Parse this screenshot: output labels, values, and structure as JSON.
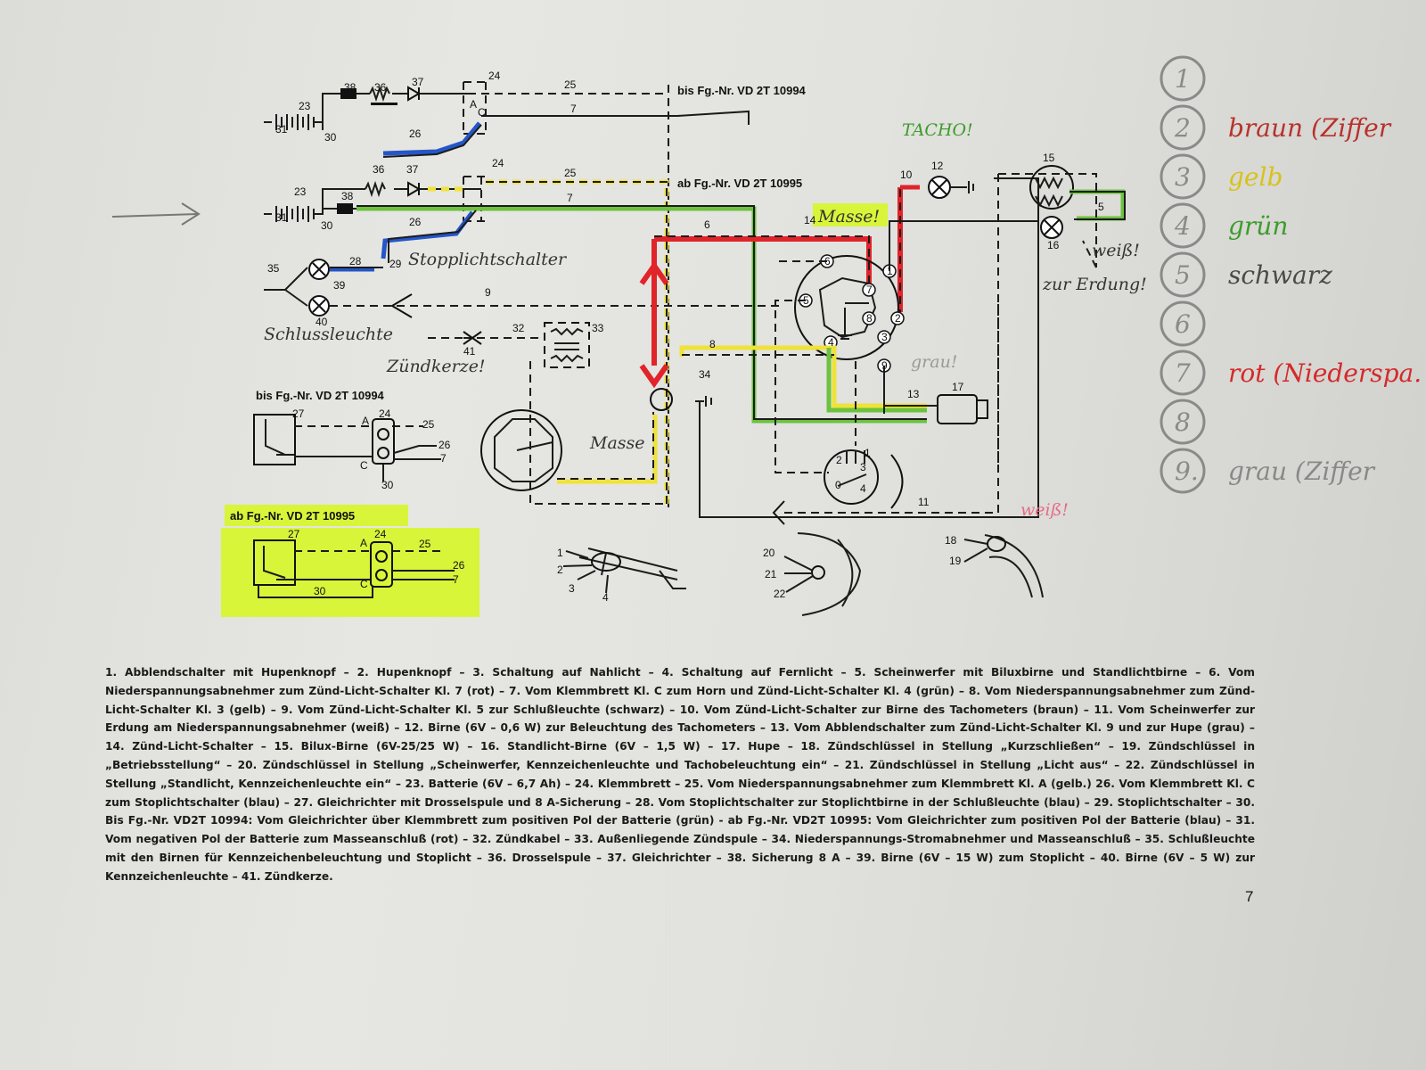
{
  "diagram": {
    "variant_old": "bis Fg.-Nr. VD 2T 10994",
    "variant_new": "ab Fg.-Nr. VD 2T 10995",
    "numbers": {
      "n1": "1",
      "n2": "2",
      "n3": "3",
      "n4": "4",
      "n5": "5",
      "n6": "6",
      "n7": "7",
      "n8": "8",
      "n9": "9",
      "n10": "10",
      "n11": "11",
      "n12": "12",
      "n13": "13",
      "n14": "14",
      "n15": "15",
      "n16": "16",
      "n17": "17",
      "n18": "18",
      "n19": "19",
      "n20": "20",
      "n21": "21",
      "n22": "22",
      "n23": "23",
      "n24": "24",
      "n25": "25",
      "n26": "26",
      "n27": "27",
      "n28": "28",
      "n29": "29",
      "n30": "30",
      "n31": "31",
      "n32": "32",
      "n33": "33",
      "n34": "34",
      "n35": "35",
      "n36": "36",
      "n37": "37",
      "n38": "38",
      "n39": "39",
      "n40": "40",
      "n41": "41",
      "n0": "0",
      "a": "A",
      "c": "C"
    },
    "handwritten": {
      "tacho": "TACHO!",
      "masse1": "Masse!",
      "stoplicht": "Stopplichtschalter",
      "schluss": "Schlussleuchte",
      "zuendkerze": "Zündkerze!",
      "masse2": "Masse",
      "weiss": "weiß!",
      "zur_erdung": "zur Erdung!",
      "grau": "grau!",
      "weiss_red": "weiß!"
    }
  },
  "color_legend": [
    {
      "number": "1",
      "text": "",
      "color": "#555555"
    },
    {
      "number": "2",
      "text": "braun (Ziffer",
      "color": "#b8322c"
    },
    {
      "number": "3",
      "text": "gelb",
      "color": "#d8c21a"
    },
    {
      "number": "4",
      "text": "grün",
      "color": "#3c9c2c"
    },
    {
      "number": "5",
      "text": "schwarz",
      "color": "#4a4a4a"
    },
    {
      "number": "6",
      "text": "",
      "color": "#555555"
    },
    {
      "number": "7",
      "text": "rot (Niederspa. zum",
      "color": "#d42a2a"
    },
    {
      "number": "8",
      "text": "",
      "color": "#555555"
    },
    {
      "number": "9.",
      "text": "grau (Ziffer",
      "color": "#888888"
    }
  ],
  "legend_text": "1. Abblendschalter mit Hupenknopf – 2. Hupenknopf – 3. Schaltung auf Nahlicht – 4. Schaltung auf Fernlicht – 5. Scheinwerfer mit Biluxbirne und Standlichtbirne – 6. Vom Niederspannungsabnehmer zum Zünd-Licht-Schalter Kl. 7 (rot) – 7. Vom Klemmbrett Kl. C zum Horn und Zünd-Licht-Schalter Kl. 4 (grün) – 8. Vom Niederspannungsabnehmer zum Zünd-Licht-Schalter Kl. 3 (gelb) – 9. Vom Zünd-Licht-Schalter Kl. 5 zur Schlußleuchte (schwarz) – 10. Vom Zünd-Licht-Schalter zur Birne des Tachometers (braun) – 11. Vom Scheinwerfer zur Erdung am Niederspannungsabnehmer (weiß) – 12. Birne (6V – 0,6 W) zur Beleuchtung des Tachometers – 13. Vom Abblendschalter zum Zünd-Licht-Schalter Kl. 9 und zur Hupe (grau) – 14. Zünd-Licht-Schalter – 15. Bilux-Birne (6V-25/25 W) – 16. Standlicht-Birne (6V – 1,5 W) – 17. Hupe – 18. Zündschlüssel in Stellung „Kurzschließen“ – 19. Zündschlüssel in „Betriebsstellung“ – 20. Zündschlüssel in Stellung „Scheinwerfer, Kennzeichenleuchte und Tachobeleuchtung ein“ – 21. Zündschlüssel in Stellung „Licht aus“ – 22. Zündschlüssel in Stellung „Standlicht, Kennzeichenleuchte ein“ – 23. Batterie (6V – 6,7 Ah) – 24. Klemmbrett – 25. Vom Niederspannungsabnehmer zum Klemmbrett Kl. A (gelb.) 26. Vom Klemmbrett Kl. C zum Stoplichtschalter (blau) – 27. Gleichrichter mit Drosselspule und 8 A-Sicherung – 28. Vom Stoplichtschalter zur Stoplichtbirne in der Schlußleuchte (blau) – 29. Stoplichtschalter – 30. Bis Fg.-Nr. VD2T 10994: Vom Gleichrichter über Klemmbrett zum positiven Pol der Batterie (grün) - ab Fg.-Nr. VD2T 10995: Vom Gleichrichter zum positiven Pol der Batterie (blau) – 31. Vom negativen Pol der Batterie zum Masseanschluß (rot) – 32. Zündkabel – 33. Außenliegende Zündspule – 34. Niederspannungs-Stromabnehmer und Masseanschluß – 35. Schlußleuchte mit den Birnen für Kennzeichenbeleuchtung und Stoplicht – 36. Drosselspule – 37. Gleichrichter – 38. Sicherung 8 A – 39. Birne (6V – 15 W) zum Stoplicht – 40. Birne (6V – 5 W) zur Kennzeichenleuchte – 41. Zündkerze.",
  "page_number": "7",
  "colors": {
    "red": "#e0242a",
    "yellow": "#efe23a",
    "green": "#6cc23e",
    "blue": "#2456c8",
    "highlight": "#d8f53a",
    "ink": "#1b1b1b"
  }
}
